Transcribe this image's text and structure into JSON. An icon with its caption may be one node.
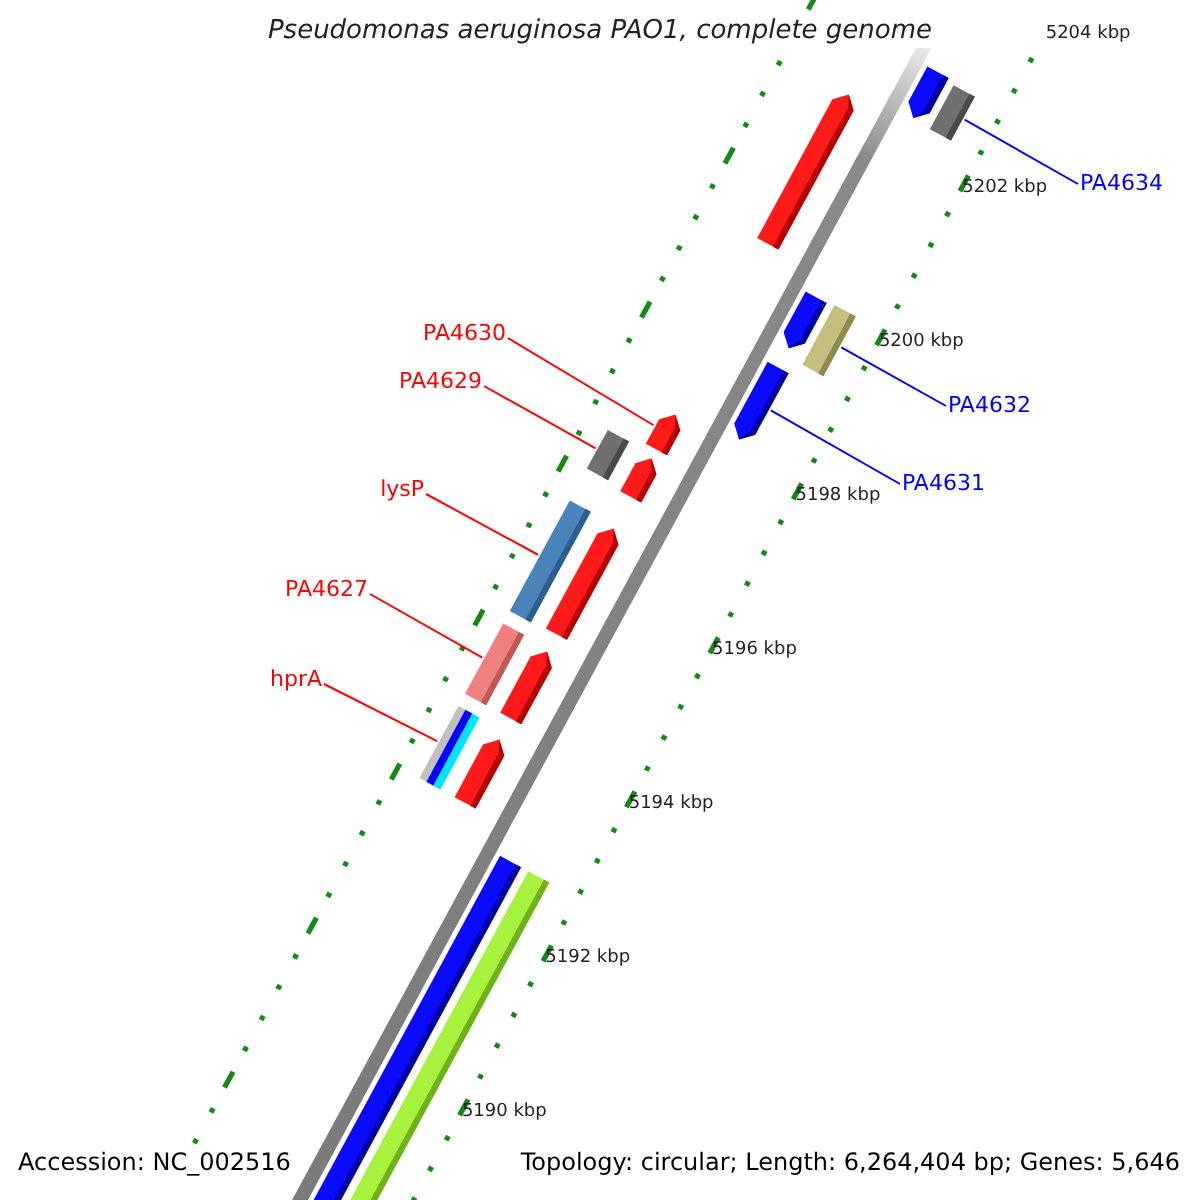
{
  "diagram": {
    "title": "Pseudomonas aeruginosa PAO1, complete genome",
    "nodes": [
      {
        "text": [
          "PA4634"
        ]
      },
      {
        "text": [
          "PA4630"
        ]
      },
      {
        "text": [
          "PA4629"
        ]
      },
      {
        "text": [
          "PA4632"
        ]
      },
      {
        "text": [
          "PA4631"
        ]
      },
      {
        "text": [
          "lysP"
        ]
      },
      {
        "text": [
          "PA4627"
        ]
      },
      {
        "text": [
          "hprA"
        ]
      },
      {
        "text": [],
        "shape": "bar"
      },
      {
        "text": [],
        "shape": "bar"
      },
      {
        "text": [],
        "shape": "bar"
      },
      {
        "text": [],
        "shape": "bar"
      },
      {
        "text": [],
        "shape": "bar"
      },
      {
        "text": [],
        "shape": "bar"
      },
      {
        "text": [],
        "shape": "bar"
      },
      {
        "text": [],
        "shape": "bar"
      },
      {
        "text": [],
        "shape": "bar"
      },
      {
        "text": [],
        "shape": "bar"
      },
      {
        "text": [],
        "shape": "bar"
      },
      {
        "text": [],
        "shape": "bar"
      },
      {
        "text": [],
        "shape": "bar"
      },
      {
        "text": [],
        "shape": "bar"
      },
      {
        "text": [],
        "shape": "bar"
      },
      {
        "text": [],
        "shape": "bar"
      },
      {
        "text": [],
        "shape": "bar"
      }
    ],
    "edges": [
      {
        "from": 0,
        "to": 9,
        "arrow": "none",
        "color": "#0000ff"
      },
      {
        "from": 1,
        "to": 14,
        "arrow": "none",
        "color": "#ff0000"
      },
      {
        "from": 2,
        "to": 16,
        "arrow": "none",
        "color": "#ff0000"
      },
      {
        "from": 3,
        "to": 12,
        "arrow": "none",
        "color": "#0000ff"
      },
      {
        "from": 4,
        "to": 13,
        "arrow": "none",
        "color": "#0000ff"
      },
      {
        "from": 5,
        "to": 17,
        "arrow": "none",
        "color": "#ff0000"
      },
      {
        "from": 6,
        "to": 19,
        "arrow": "none",
        "color": "#ff0000"
      },
      {
        "from": 7,
        "to": 21,
        "arrow": "none",
        "color": "#ff0000"
      }
    ],
    "labels": [
      "5204 kbp",
      "5202 kbp",
      "5200 kbp",
      "5198 kbp",
      "5196 kbp",
      "5194 kbp",
      "5192 kbp",
      "5190 kbp",
      "Accession: NC_002516",
      "Topology: circular; Length: 6,264,404 bp; Genes: 5,646"
    ]
  }
}
